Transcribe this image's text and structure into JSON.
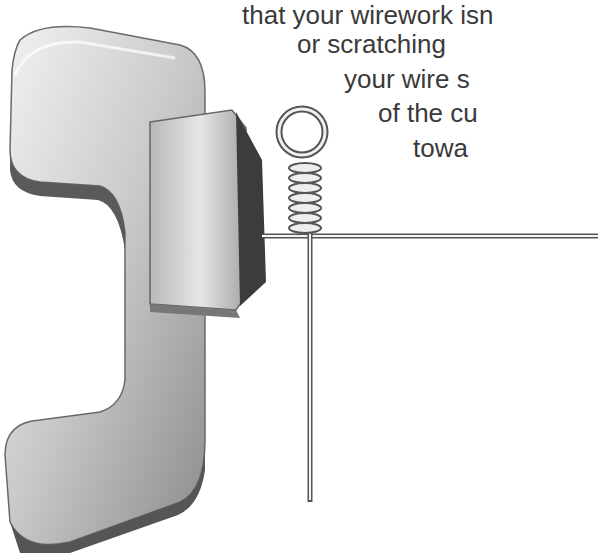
{
  "diagram": {
    "labels": [
      "that your wirework isn",
      "or scratching",
      "your wire s",
      "of the cu",
      "towa"
    ]
  }
}
